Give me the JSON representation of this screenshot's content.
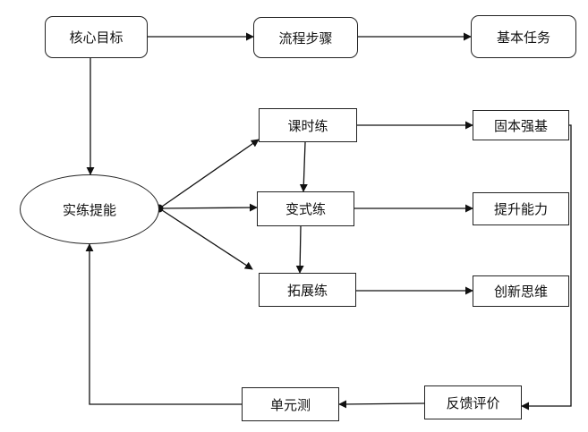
{
  "diagram": {
    "nodes": {
      "core": "核心目标",
      "flow": "流程步骤",
      "task": "基本任务",
      "practice": "实练提能",
      "lesson": "课时练",
      "variant": "变式练",
      "extend": "拓展练",
      "base": "固本强基",
      "ability": "提升能力",
      "innovation": "创新思维",
      "unit_test": "单元测",
      "feedback": "反馈评价"
    },
    "edges": [
      {
        "from": "core",
        "to": "flow"
      },
      {
        "from": "flow",
        "to": "task"
      },
      {
        "from": "core",
        "to": "practice"
      },
      {
        "from": "practice",
        "to": "lesson"
      },
      {
        "from": "practice",
        "to": "variant"
      },
      {
        "from": "practice",
        "to": "extend"
      },
      {
        "from": "lesson",
        "to": "variant"
      },
      {
        "from": "variant",
        "to": "extend"
      },
      {
        "from": "lesson",
        "to": "base"
      },
      {
        "from": "variant",
        "to": "ability"
      },
      {
        "from": "extend",
        "to": "innovation"
      },
      {
        "from": "base",
        "to": "feedback"
      },
      {
        "from": "feedback",
        "to": "unit_test"
      },
      {
        "from": "unit_test",
        "to": "practice"
      }
    ]
  }
}
